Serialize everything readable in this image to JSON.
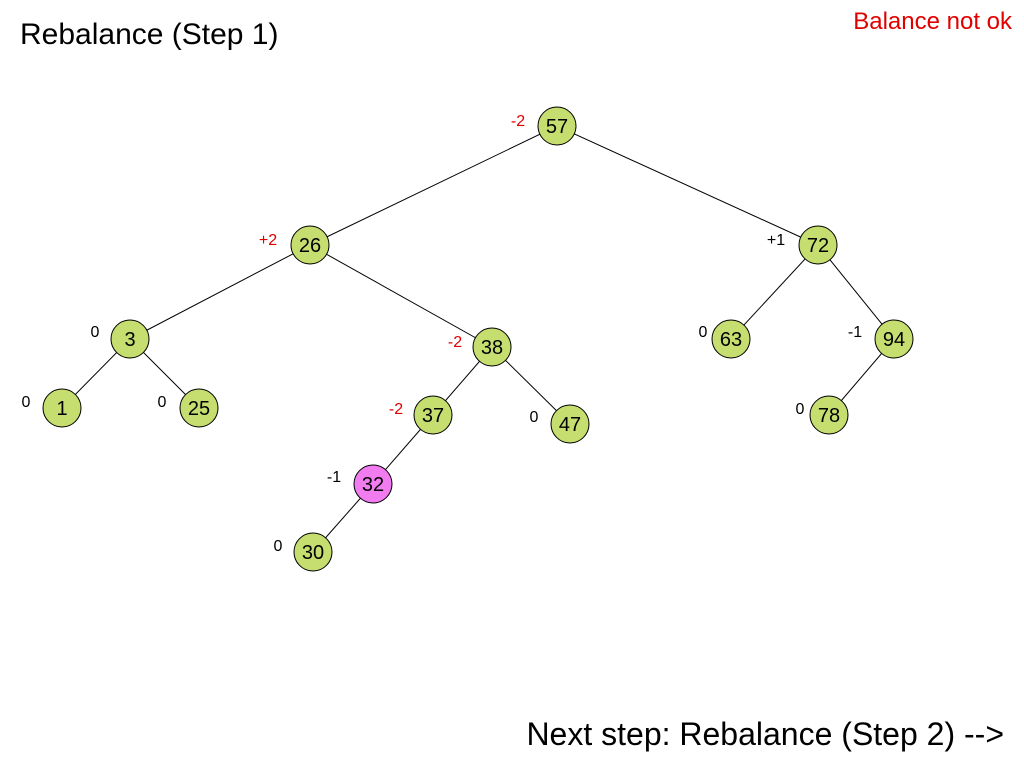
{
  "header": {
    "title": "Rebalance (Step 1)",
    "status": "Balance not ok"
  },
  "footer": {
    "next_label": "Next step: Rebalance (Step 2) -->"
  },
  "colors": {
    "node_fill": "#c6dd6f",
    "highlight_fill": "#f07cf0",
    "unbalanced_text": "#e00000",
    "balanced_text": "#000000"
  },
  "tree": {
    "nodes": [
      {
        "key": "57",
        "balance": "-2",
        "unbalanced": true
      },
      {
        "key": "26",
        "balance": "+2",
        "unbalanced": true
      },
      {
        "key": "72",
        "balance": "+1",
        "unbalanced": false
      },
      {
        "key": "3",
        "balance": "0",
        "unbalanced": false
      },
      {
        "key": "38",
        "balance": "-2",
        "unbalanced": true
      },
      {
        "key": "63",
        "balance": "0",
        "unbalanced": false
      },
      {
        "key": "94",
        "balance": "-1",
        "unbalanced": false
      },
      {
        "key": "1",
        "balance": "0",
        "unbalanced": false
      },
      {
        "key": "25",
        "balance": "0",
        "unbalanced": false
      },
      {
        "key": "37",
        "balance": "-2",
        "unbalanced": true
      },
      {
        "key": "47",
        "balance": "0",
        "unbalanced": false
      },
      {
        "key": "78",
        "balance": "0",
        "unbalanced": false
      },
      {
        "key": "32",
        "balance": "-1",
        "unbalanced": false,
        "highlighted": true
      },
      {
        "key": "30",
        "balance": "0",
        "unbalanced": false
      }
    ],
    "edges": [
      [
        "57",
        "26"
      ],
      [
        "57",
        "72"
      ],
      [
        "26",
        "3"
      ],
      [
        "26",
        "38"
      ],
      [
        "72",
        "63"
      ],
      [
        "72",
        "94"
      ],
      [
        "3",
        "1"
      ],
      [
        "3",
        "25"
      ],
      [
        "38",
        "37"
      ],
      [
        "38",
        "47"
      ],
      [
        "94",
        "78"
      ],
      [
        "37",
        "32"
      ],
      [
        "32",
        "30"
      ]
    ]
  }
}
